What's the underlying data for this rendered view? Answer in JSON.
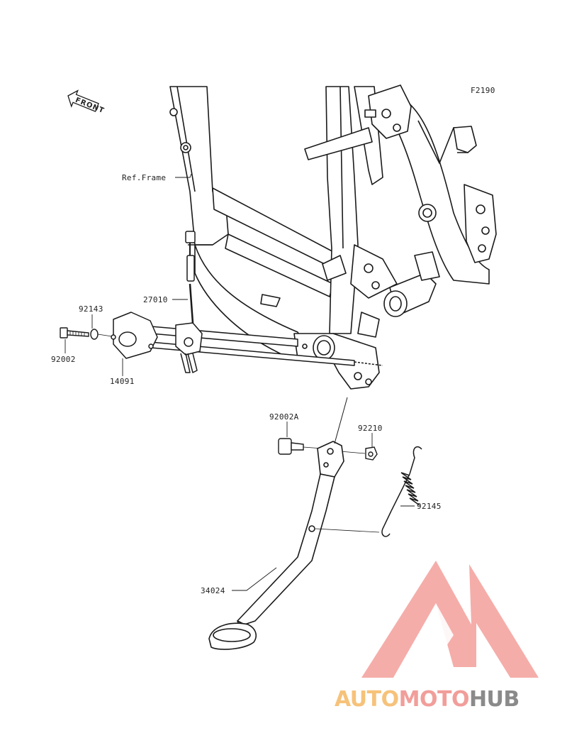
{
  "diagram": {
    "figure_code": "F2190",
    "front_arrow_label": "FRONT",
    "frame_reference_label": "Ref.Frame",
    "parts": [
      {
        "id": "part-92143",
        "label": "92143"
      },
      {
        "id": "part-92002",
        "label": "92002"
      },
      {
        "id": "part-14091",
        "label": "14091"
      },
      {
        "id": "part-27010",
        "label": "27010"
      },
      {
        "id": "part-92002A",
        "label": "92002A"
      },
      {
        "id": "part-92210",
        "label": "92210"
      },
      {
        "id": "part-92145",
        "label": "92145"
      },
      {
        "id": "part-34024",
        "label": "34024"
      }
    ]
  },
  "watermark": {
    "word_part1": "AUTO",
    "word_part2": "MOTO",
    "word_part3": "HUB",
    "colors": {
      "auto": "#f6c27a",
      "moto": "#f19e9a",
      "hub": "#8a8a8a",
      "logo": "#f2928c"
    }
  }
}
